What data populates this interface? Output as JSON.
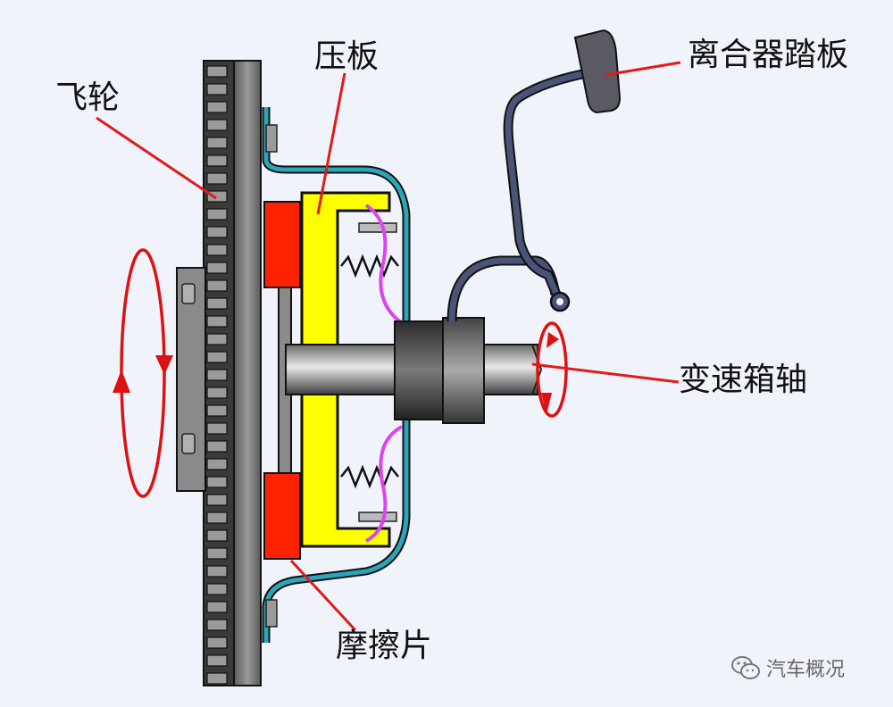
{
  "labels": {
    "flywheel": "飞轮",
    "pressure_plate": "压板",
    "clutch_pedal": "离合器踏板",
    "gearbox_shaft": "变速箱轴",
    "friction_disc": "摩擦片"
  },
  "watermark": {
    "text": "汽车概况",
    "icon": "wechat-icon"
  },
  "colors": {
    "background": "#f0f4fa",
    "flywheel": "#6f6f6f",
    "pressure_plate": "#ffff00",
    "friction_disc": "#ff2200",
    "cover": "#2aa6b8",
    "pedal": "#4a5478",
    "spring_wire": "#dd44ee",
    "rotation_arrow": "#dd1111",
    "leader_line": "#e11a1a"
  }
}
